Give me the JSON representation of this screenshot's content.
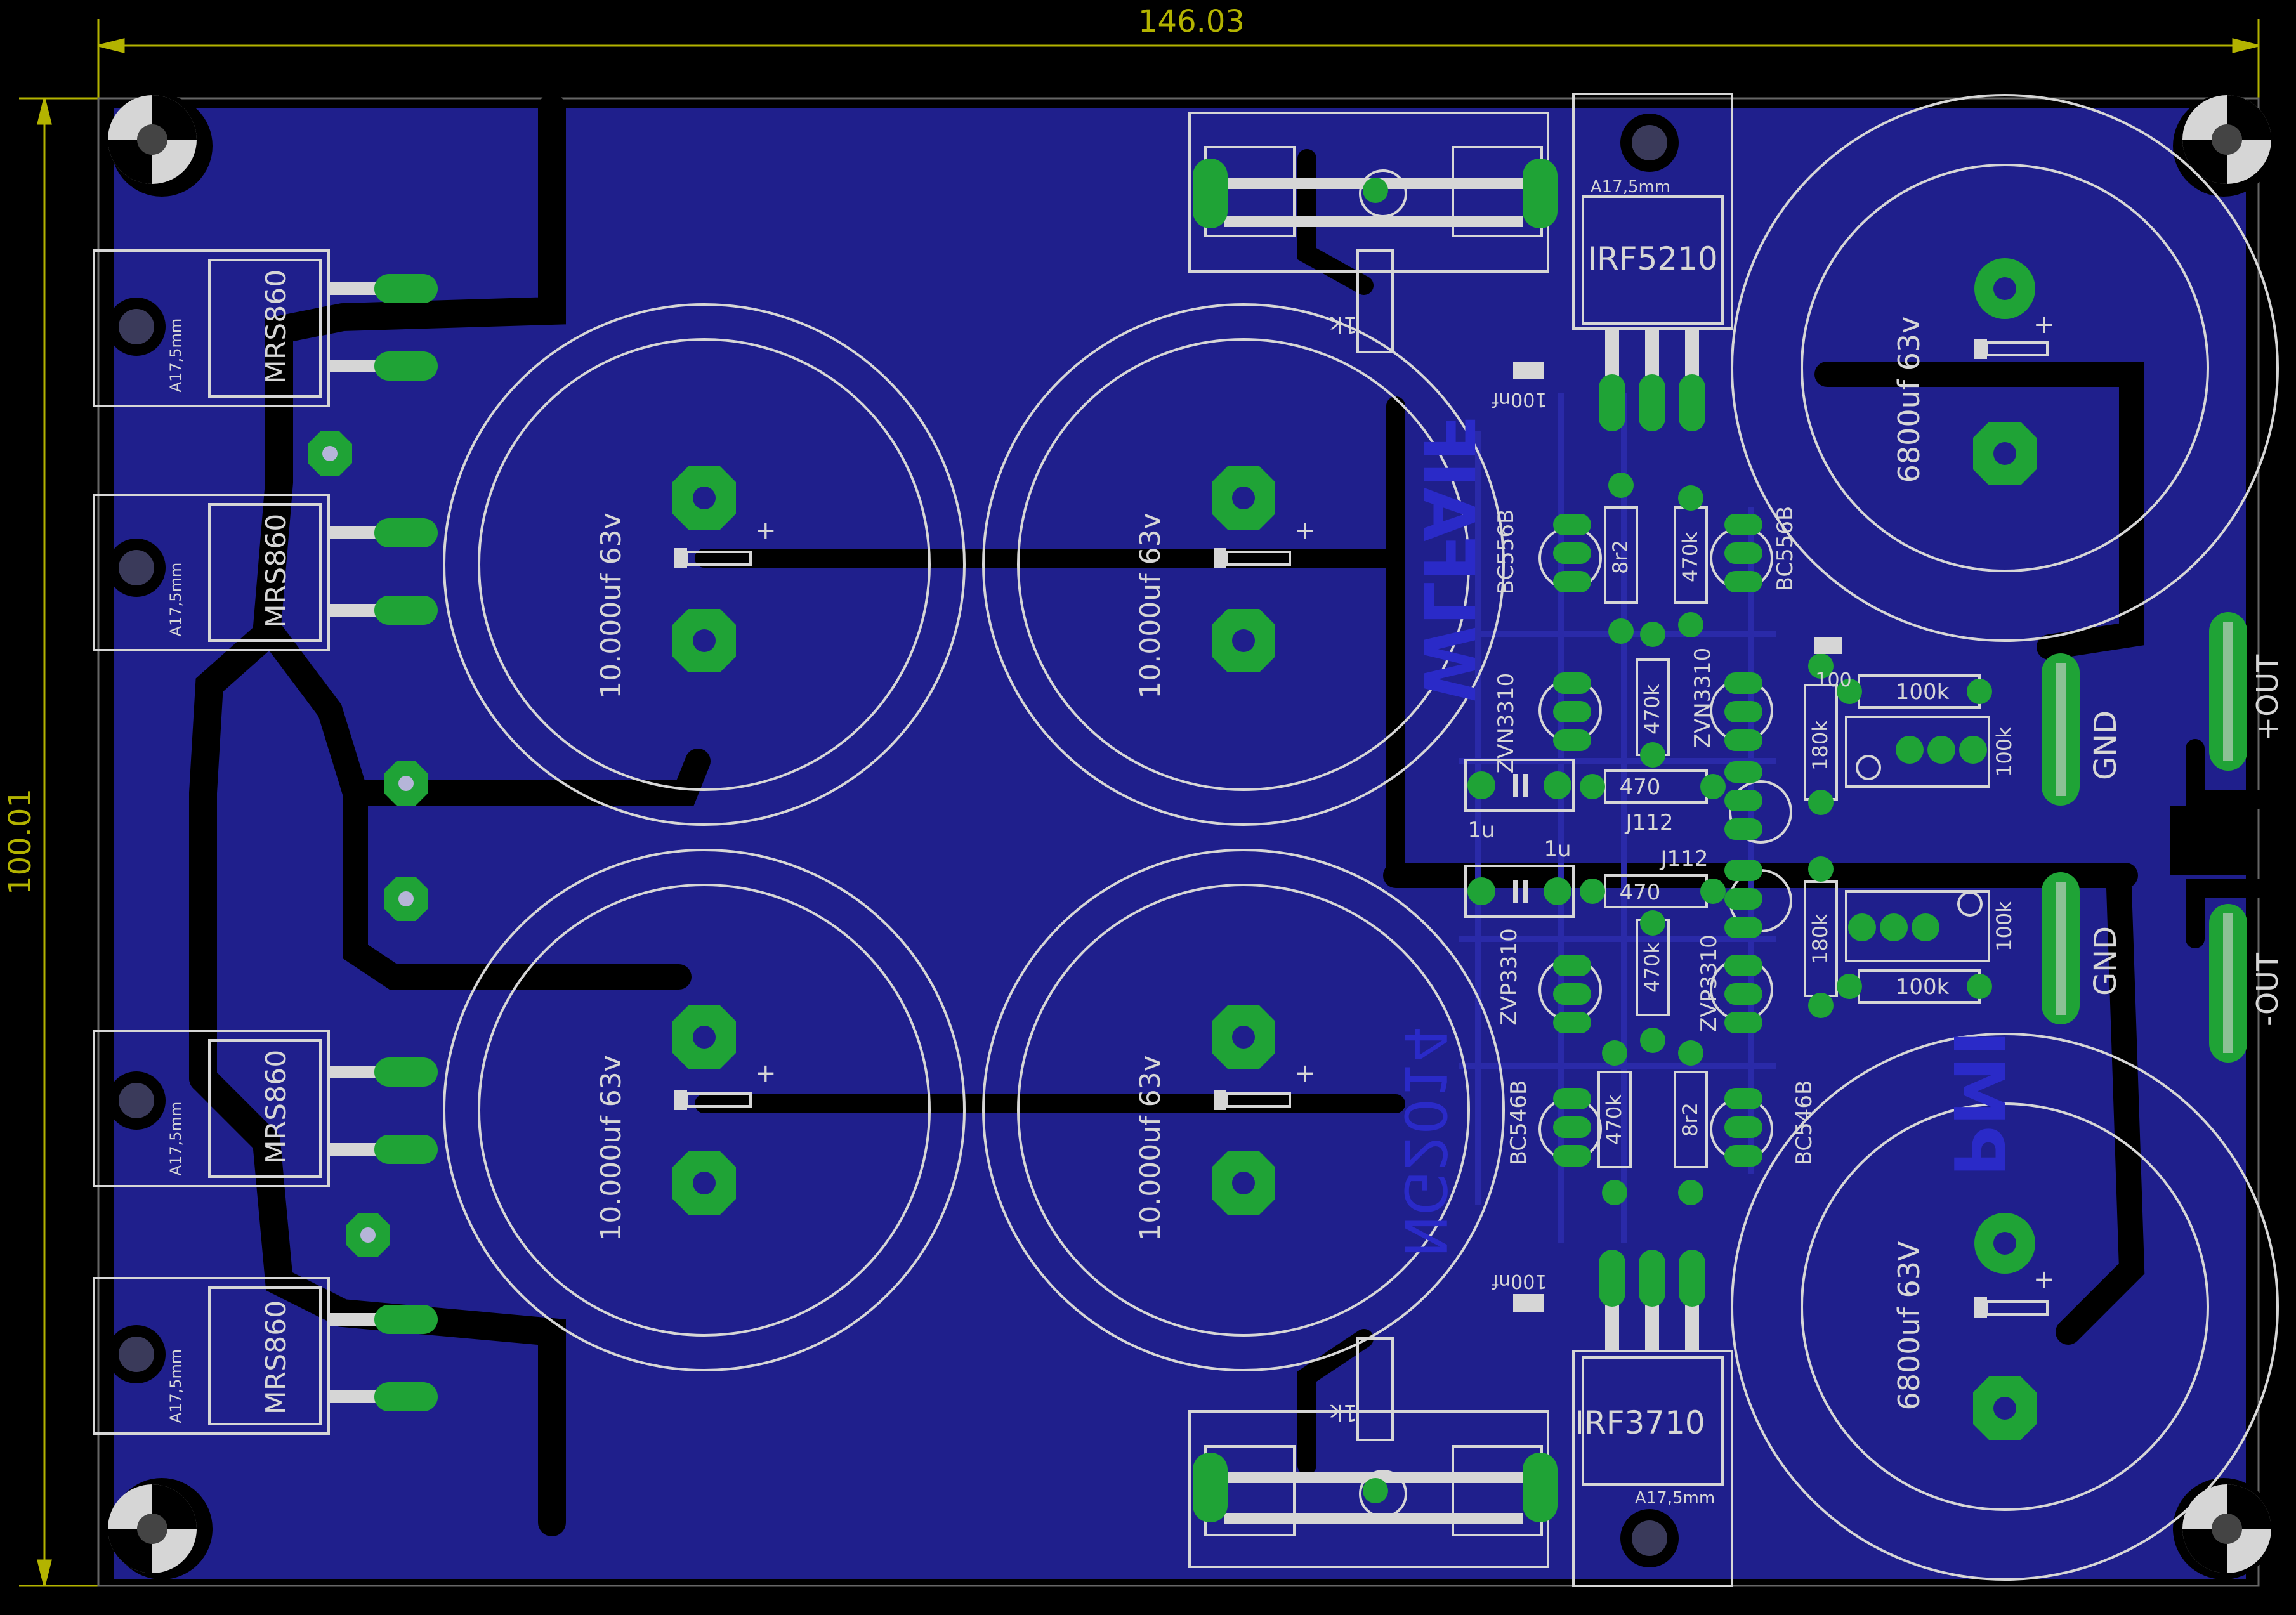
{
  "dimensions": {
    "width": "146.03",
    "height": "100.01"
  },
  "colors": {
    "background": "#000000",
    "copper": "#1f1f8c",
    "pad": "#1fa336",
    "silk": "#d6d6d6",
    "dimension": "#b3b300",
    "hole": "#4a4a6a",
    "label_blue": "#2a2ac8"
  },
  "capacitors": {
    "big": [
      "10.000uf 63v",
      "10.000uf 63v",
      "10.000uf 63v",
      "10.000uf 63v"
    ],
    "output_top": "6800uf 63v",
    "output_bottom": "6800uf 63V",
    "small_100nf_top": "100nf",
    "small_100nf_bottom": "100nf",
    "cap_1u_top": "1u",
    "cap_1u_bottom": "1u",
    "cap_100_top": "100"
  },
  "diodes": [
    "MRS860",
    "MRS860",
    "MRS860",
    "MRS860"
  ],
  "mount_label": "A17,5mm",
  "mosfets": {
    "top": "IRF5210",
    "bottom": "IRF3710"
  },
  "transistors": {
    "bc556b_left": "BC556B",
    "bc556b_right": "BC556B",
    "zvn_left": "ZVN3310",
    "zvn_right": "ZVN3310",
    "j112_top": "J112",
    "j112_bottom": "J112",
    "zvp_left": "ZVP3310",
    "zvp_right": "ZVP3310",
    "bc546b_left": "BC546B",
    "bc546b_right": "BC546B"
  },
  "resistors": {
    "r_8r2_top": "8r2",
    "r_470k_top": "470k",
    "r_470k_mid_top": "470k",
    "r_470_top": "470",
    "r_180k_top": "180k",
    "r_100k_top": "100k",
    "trim_100k_top": "100k",
    "r_470_bottom": "470",
    "r_180k_bottom": "180k",
    "r_100k_bottom": "100k",
    "trim_100k_bottom": "100k",
    "r_470k_mid_bottom": "470k",
    "r_470k_bottom": "470k",
    "r_8r2_bottom": "8r2",
    "r_1k_top": "1k",
    "r_1k_bottom": "1k"
  },
  "connectors": {
    "gnd_top": "GND",
    "gnd_bottom": "GND",
    "out_pos": "+OUT",
    "out_neg": "-OUT"
  },
  "copper_text": {
    "top": "WLFAIF",
    "bottom": "PMI",
    "middle": "NG2014"
  }
}
